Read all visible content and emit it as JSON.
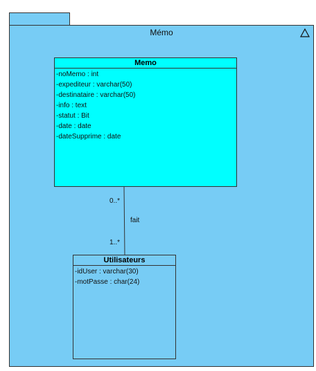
{
  "package": {
    "name": "Mémo",
    "fill_color": "#77ccf5",
    "icon": "triangle-icon"
  },
  "classes": [
    {
      "name": "Memo",
      "fill_color": "#00ffff",
      "attributes": [
        "-noMemo : int",
        "-expediteur : varchar(50)",
        "-destinataire : varchar(50)",
        "-info : text",
        "-statut : Bit",
        "-date : date",
        "-dateSupprime : date"
      ]
    },
    {
      "name": "Utilisateurs",
      "fill_color": "#77ccf5",
      "attributes": [
        "-idUser : varchar(30)",
        "-motPasse : char(24)"
      ]
    }
  ],
  "association": {
    "name": "fait",
    "memo_multiplicity": "0..*",
    "utilisateurs_multiplicity": "1..*"
  }
}
